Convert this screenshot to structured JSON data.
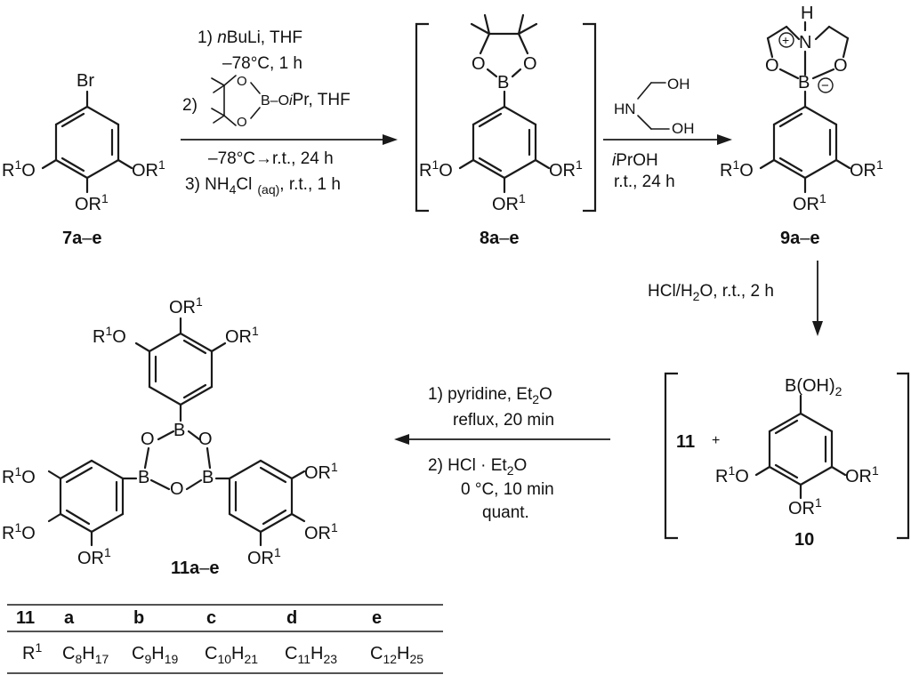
{
  "compounds": {
    "c7": {
      "label_num": "7a",
      "label_sep": "–",
      "label_let": "e"
    },
    "c8": {
      "label_num": "8a",
      "label_sep": "–",
      "label_let": "e"
    },
    "c9": {
      "label_num": "9a",
      "label_sep": "–",
      "label_let": "e"
    },
    "c10": {
      "label_num": "10"
    },
    "c11": {
      "label_num": "11a",
      "label_sep": "–",
      "label_let": "e",
      "plus_num": "11",
      "plus": "+"
    }
  },
  "atoms": {
    "br": "Br",
    "o": "O",
    "b": "B",
    "n": "N",
    "h": "H",
    "or": "OR",
    "r": "R",
    "one": "1",
    "two": "2",
    "boh": "B(OH)",
    "plus_charge": "+",
    "minus_charge": "−"
  },
  "step1": {
    "c1": "1) ",
    "c1_italic": "n",
    "c1_rest": "BuLi, THF",
    "c1b": "–78°C, 1 h",
    "c2": "2)",
    "c2_reagent": "B–O",
    "c2_italic": "i",
    "c2_rest": "Pr, THF",
    "c2b": "–78°C→r.t., 24 h",
    "c3": "3) NH",
    "c3_sub": "4",
    "c3_mid": "Cl",
    "c3_aq": "(aq)",
    "c3_rest": ", r.t., 1 h"
  },
  "step2": {
    "hn": "HN",
    "oh": "OH",
    "solvent_italic": "i",
    "solvent": "PrOH",
    "time": "r.t., 24 h"
  },
  "step3": {
    "a": "HCl/H",
    "sub": "2",
    "b": "O, r.t., 2 h"
  },
  "step4": {
    "c1": "1) pyridine, Et",
    "c1_sub": "2",
    "c1_rest": "O",
    "c1b": "reflux, 20 min",
    "c2": "2) HCl · Et",
    "c2_sub": "2",
    "c2_rest": "O",
    "c2b": "0 °C, 10 min",
    "c2c": "quant."
  },
  "table": {
    "header": [
      "11",
      "a",
      "b",
      "c",
      "d",
      "e"
    ],
    "row_label": "R",
    "row_label_sup": "1",
    "cells": [
      {
        "c": "C",
        "n1": "8",
        "h": "H",
        "n2": "17"
      },
      {
        "c": "C",
        "n1": "9",
        "h": "H",
        "n2": "19"
      },
      {
        "c": "C",
        "n1": "10",
        "h": "H",
        "n2": "21"
      },
      {
        "c": "C",
        "n1": "11",
        "h": "H",
        "n2": "23"
      },
      {
        "c": "C",
        "n1": "12",
        "h": "H",
        "n2": "25"
      }
    ]
  }
}
